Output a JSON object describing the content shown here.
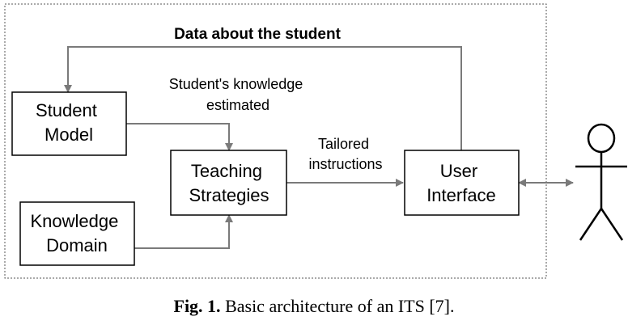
{
  "diagram": {
    "feedback_label": "Data about the student",
    "student_model": {
      "line1": "Student",
      "line2": "Model"
    },
    "teaching_strategies": {
      "line1": "Teaching",
      "line2": "Strategies"
    },
    "knowledge_domain": {
      "line1": "Knowledge",
      "line2": "Domain"
    },
    "user_interface": {
      "line1": "User",
      "line2": "Interface"
    },
    "knowledge_estimate_label": {
      "line1": "Student's knowledge",
      "line2": "estimated"
    },
    "tailored_label": {
      "line1": "Tailored",
      "line2": "instructions"
    }
  },
  "caption": {
    "prefix": "Fig. 1.",
    "text": " Basic architecture of an ITS [7]."
  },
  "colors": {
    "arrow": "#7a7a7a",
    "box_border": "#000000",
    "frame": "#555555"
  }
}
